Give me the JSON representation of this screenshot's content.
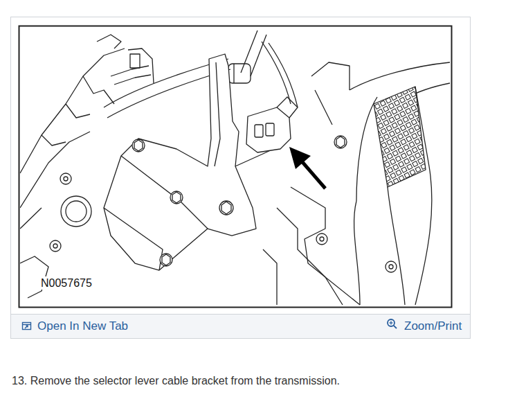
{
  "diagram": {
    "labels": [
      "N0057675",
      "Open In New Tab",
      "Zoom/Print",
      "13. Remove the selector lever cable bracket from the transmission."
    ]
  }
}
